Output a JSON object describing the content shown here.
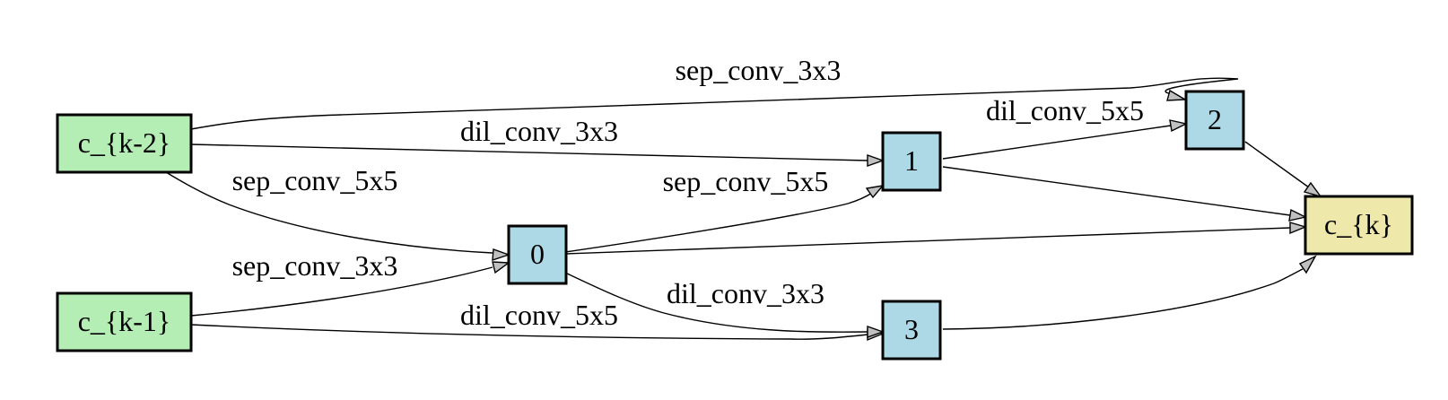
{
  "colors": {
    "input_node": "#b4eeb4",
    "intermediate_node": "#add8e6",
    "output_node": "#eee8aa",
    "arrowhead_fill": "#c0c0c0"
  },
  "nodes": {
    "ck2": {
      "label": "c_{k-2}"
    },
    "ck1": {
      "label": "c_{k-1}"
    },
    "n0": {
      "label": "0"
    },
    "n1": {
      "label": "1"
    },
    "n2": {
      "label": "2"
    },
    "n3": {
      "label": "3"
    },
    "ck": {
      "label": "c_{k}"
    }
  },
  "edges": [
    {
      "from": "c_{k-2}",
      "to": "2",
      "label": "sep_conv_3x3"
    },
    {
      "from": "c_{k-2}",
      "to": "1",
      "label": "dil_conv_3x3"
    },
    {
      "from": "c_{k-2}",
      "to": "0",
      "label": "sep_conv_5x5"
    },
    {
      "from": "c_{k-1}",
      "to": "0",
      "label": "sep_conv_3x3"
    },
    {
      "from": "c_{k-1}",
      "to": "3",
      "label": "dil_conv_5x5"
    },
    {
      "from": "0",
      "to": "1",
      "label": "sep_conv_5x5"
    },
    {
      "from": "0",
      "to": "3",
      "label": "dil_conv_3x3"
    },
    {
      "from": "0",
      "to": "c_{k}",
      "label": ""
    },
    {
      "from": "1",
      "to": "2",
      "label": "dil_conv_5x5"
    },
    {
      "from": "1",
      "to": "c_{k}",
      "label": ""
    },
    {
      "from": "2",
      "to": "c_{k}",
      "label": ""
    },
    {
      "from": "3",
      "to": "c_{k}",
      "label": ""
    }
  ]
}
